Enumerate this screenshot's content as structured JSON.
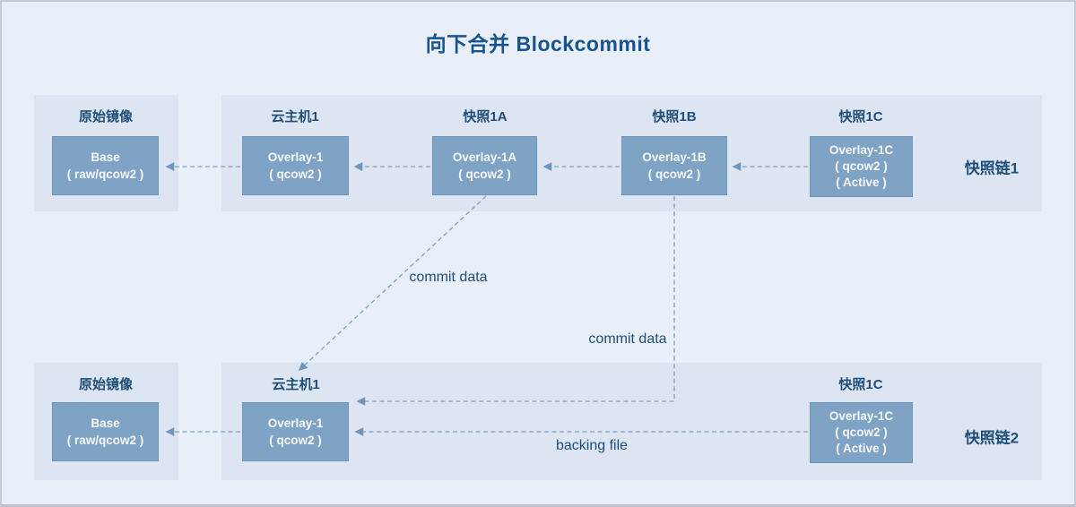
{
  "title": "向下合并 Blockcommit",
  "chain1": {
    "chain_label": "快照链1",
    "base": {
      "label": "原始镜像",
      "box": [
        "Base",
        "( raw/qcow2 )"
      ]
    },
    "nodes": [
      {
        "label": "云主机1",
        "box": [
          "Overlay-1",
          "( qcow2 )"
        ]
      },
      {
        "label": "快照1A",
        "box": [
          "Overlay-1A",
          "( qcow2 )"
        ]
      },
      {
        "label": "快照1B",
        "box": [
          "Overlay-1B",
          "( qcow2 )"
        ]
      },
      {
        "label": "快照1C",
        "box": [
          "Overlay-1C",
          "( qcow2 )",
          "( Active )"
        ]
      }
    ]
  },
  "chain2": {
    "chain_label": "快照链2",
    "base": {
      "label": "原始镜像",
      "box": [
        "Base",
        "( raw/qcow2 )"
      ]
    },
    "nodes": [
      {
        "label": "云主机1",
        "box": [
          "Overlay-1",
          "( qcow2 )"
        ]
      },
      {
        "label": "快照1C",
        "box": [
          "Overlay-1C",
          "( qcow2 )",
          "( Active )"
        ]
      }
    ]
  },
  "annotations": {
    "commit_data_top": "commit data",
    "commit_data_right": "commit data",
    "backing_file": "backing file"
  },
  "colors": {
    "accent_dark_blue": "#1f4e79",
    "title_blue": "#17538f",
    "box_fill": "#7fa3c4",
    "panel_fill": "#dce5f1",
    "page_bg": "#e9eff9",
    "arrow": "#7ca1c4"
  }
}
